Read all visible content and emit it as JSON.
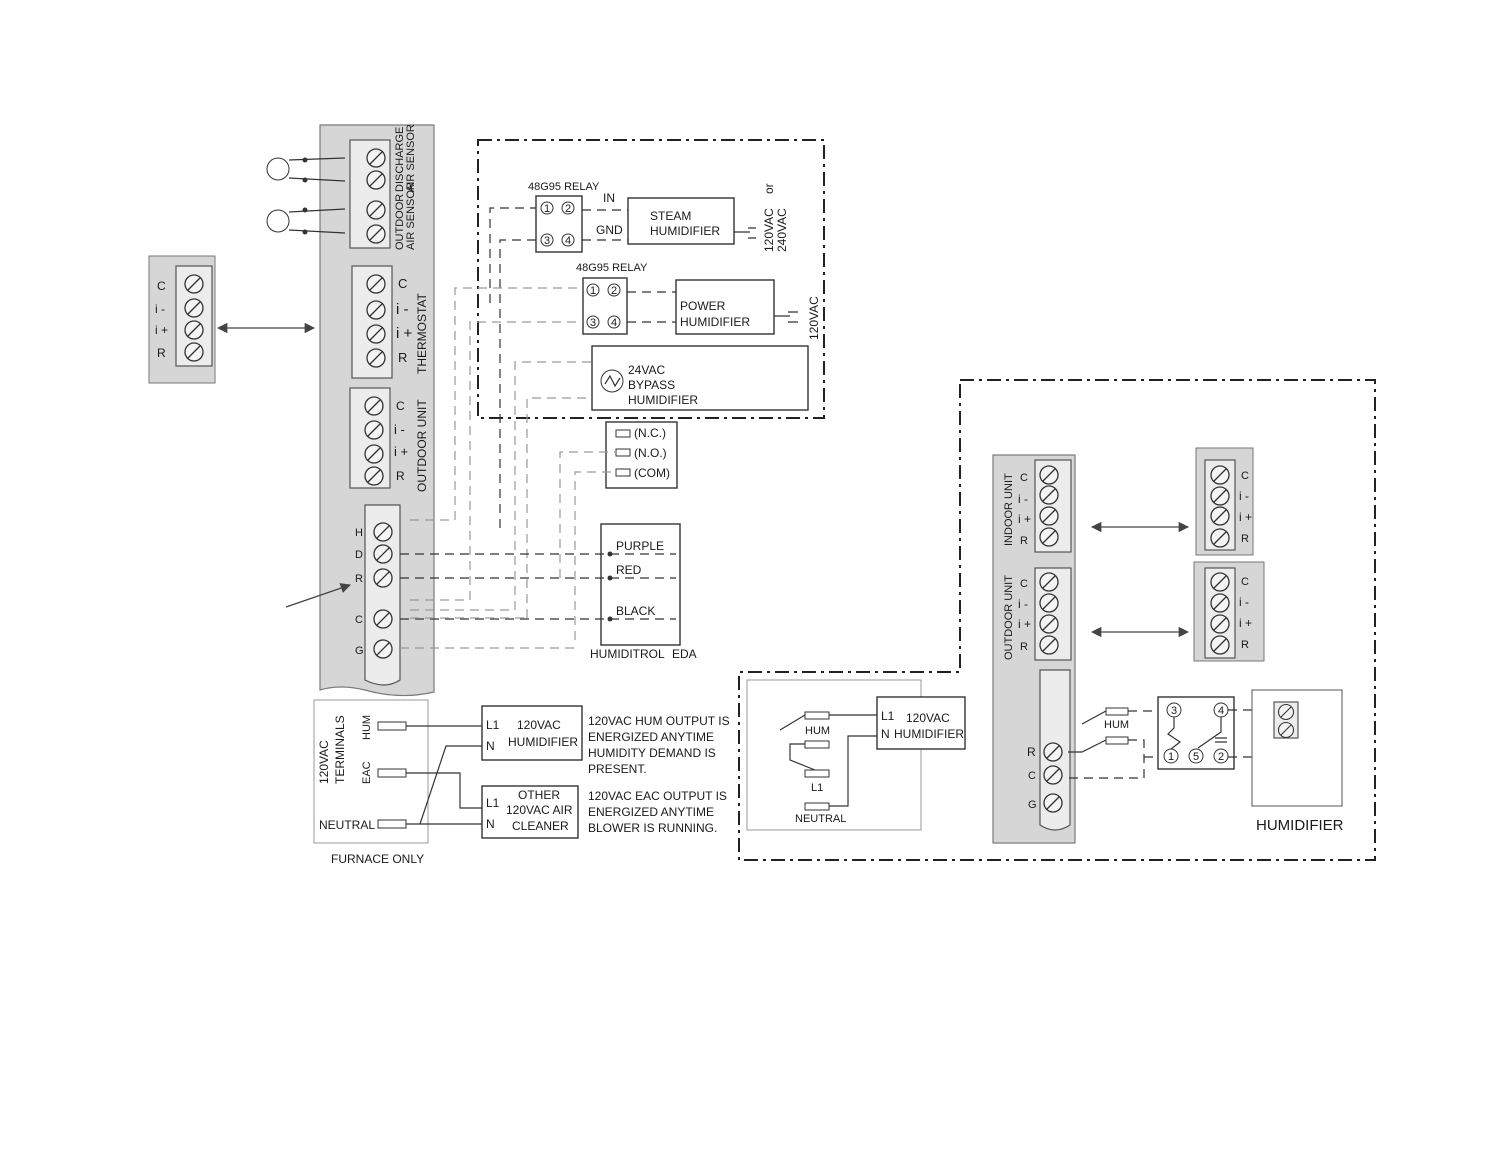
{
  "left_board": {
    "discharge_label_1": "DISCHARGE",
    "discharge_label_2": "AIR SENSOR",
    "outdoor_sensor_label_1": "OUTDOOR",
    "outdoor_sensor_label_2": "AIR SENSOR",
    "thermostat_label": "THERMOSTAT",
    "outdoor_unit_label": "OUTDOOR UNIT",
    "lower_terminals": [
      "H",
      "D",
      "R",
      "C",
      "G"
    ]
  },
  "terminal_labels": {
    "c": "C",
    "i_minus": "i -",
    "i_plus": "i +",
    "r": "R"
  },
  "relays": {
    "relay1_label": "48G95 RELAY",
    "relay2_label": "48G95 RELAY",
    "pins": [
      "1",
      "2",
      "3",
      "4"
    ],
    "in_label": "IN",
    "gnd_label": "GND"
  },
  "humidifiers": {
    "steam_1": "STEAM",
    "steam_2": "HUMIDIFIER",
    "steam_voltage_1": "120VAC",
    "steam_or": "or",
    "steam_voltage_2": "240VAC",
    "power_1": "POWER",
    "power_2": "HUMIDIFIER",
    "power_voltage": "120VAC",
    "bypass_1": "24VAC",
    "bypass_2": "BYPASS",
    "bypass_3": "HUMIDIFIER"
  },
  "contacts": [
    "(N.C.)",
    "(N.O.)",
    "(COM)"
  ],
  "humiditrol": {
    "purple": "PURPLE",
    "red": "RED",
    "black": "BLACK",
    "title": "HUMIDITROL",
    "eda": "EDA"
  },
  "ac_section": {
    "terminals_1": "120VAC",
    "terminals_2": "TERMINALS",
    "hum": "HUM",
    "eac": "EAC",
    "neutral": "NEUTRAL",
    "l1": "L1",
    "n": "N",
    "hum_box_1": "120VAC",
    "hum_box_2": "HUMIDIFIER",
    "hum_note": [
      "120VAC HUM OUTPUT IS",
      "ENERGIZED ANYTIME",
      "HUMIDITY DEMAND IS",
      "PRESENT."
    ],
    "air_box": [
      "OTHER",
      "120VAC AIR",
      "CLEANER"
    ],
    "eac_note": [
      "120VAC EAC OUTPUT IS",
      "ENERGIZED ANYTIME",
      "BLOWER IS RUNNING."
    ],
    "furnace_only": "FURNACE ONLY"
  },
  "right_section": {
    "indoor_unit": "INDOOR UNIT",
    "outdoor_unit": "OUTDOOR UNIT",
    "hum": "HUM",
    "l1": "L1",
    "neutral": "NEUTRAL",
    "box_l1": "L1",
    "box_n": "N",
    "box_1": "120VAC",
    "box_2": "HUMIDIFIER",
    "r": "R",
    "c": "C",
    "g": "G",
    "relay_pins": [
      "3",
      "4",
      "5",
      "1",
      "2"
    ],
    "humidifier": "HUMIDIFIER"
  }
}
